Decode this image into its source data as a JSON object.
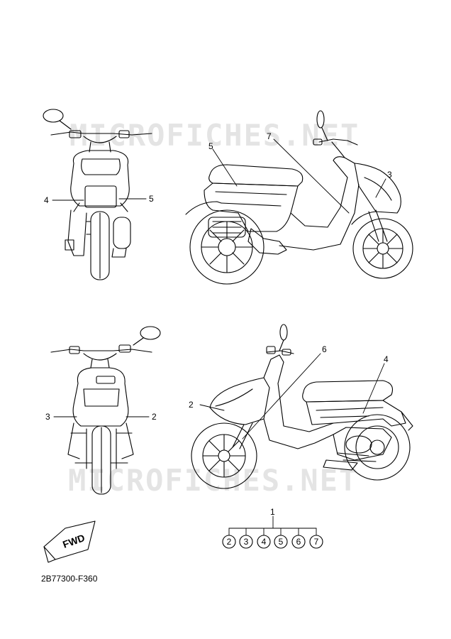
{
  "watermark_top": "MICROFICHES.NET",
  "watermark_bottom": "MICROFICHES.NET",
  "part_code": "2B77300-F360",
  "fwd_label": "FWD",
  "callouts": {
    "rear_view": {
      "left": "4",
      "right": "5"
    },
    "right_side": {
      "tank": "5",
      "stem": "7",
      "front": "3"
    },
    "front_view": {
      "left": "3",
      "right": "2"
    },
    "left_side": {
      "front": "2",
      "stem": "6",
      "rear": "4"
    }
  },
  "kit": {
    "main": "1",
    "parts": [
      "2",
      "3",
      "4",
      "5",
      "6",
      "7"
    ]
  }
}
